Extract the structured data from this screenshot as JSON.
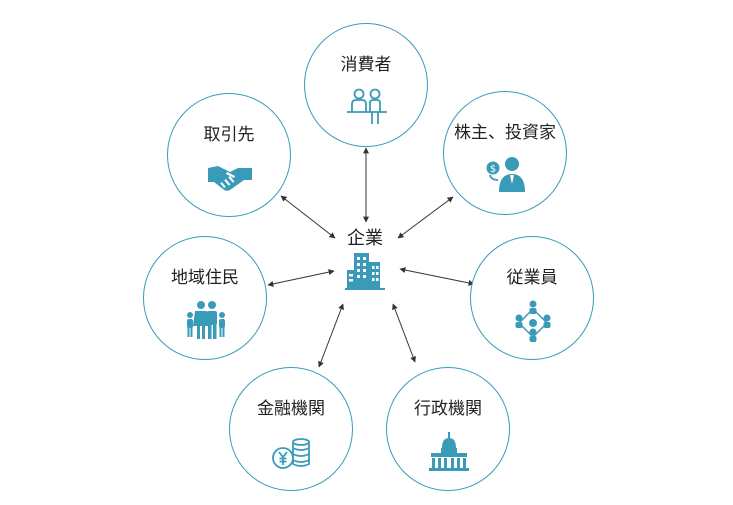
{
  "center": {
    "label": "企業",
    "icon": "office-building-icon"
  },
  "nodes": [
    {
      "label": "消費者",
      "icon": "consumers-icon"
    },
    {
      "label": "株主、投資家",
      "icon": "investor-icon"
    },
    {
      "label": "従業員",
      "icon": "employee-network-icon"
    },
    {
      "label": "行政機関",
      "icon": "government-building-icon"
    },
    {
      "label": "金融機関",
      "icon": "yen-coins-icon"
    },
    {
      "label": "地域住民",
      "icon": "family-icon"
    },
    {
      "label": "取引先",
      "icon": "handshake-icon"
    }
  ],
  "colors": {
    "accent": "#3a9bb9",
    "arrow": "#333333",
    "text": "#222222"
  }
}
